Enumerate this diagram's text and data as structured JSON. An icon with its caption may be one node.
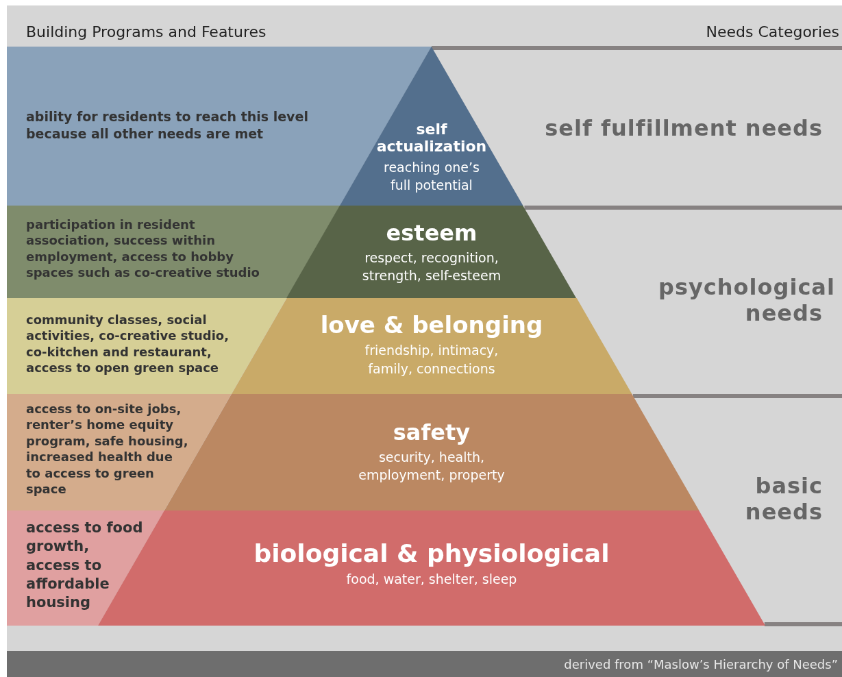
{
  "diagram": {
    "caption": "derived from “Maslow’s Hierarchy of Needs”",
    "nodes": [
      {
        "text": [
          "ability for residents to reach this level because all other needs are met"
        ]
      },
      {
        "text": [
          "self actualization",
          "reaching one’s full potential"
        ]
      },
      {
        "text": [
          "participation in resident association, success within employment, access to hobby spaces such as co-creative studio"
        ]
      },
      {
        "text": [
          "esteem",
          "respect, recognition, strength, self-esteem"
        ]
      },
      {
        "text": [
          "community classes, social activities, co-creative studio, co-kitchen and restaurant, access to open green space"
        ]
      },
      {
        "text": [
          "love & belonging",
          "friendship, intimacy, family, connections"
        ]
      },
      {
        "text": [
          "access to on-site jobs, renter’s home equity program, safe housing, increased health due to access to green space"
        ]
      },
      {
        "text": [
          "safety",
          "security, health, employment, property"
        ]
      },
      {
        "text": [
          "access to food growth, access to affordable housing"
        ]
      },
      {
        "text": [
          "biological & physiological",
          "food, water, shelter, sleep"
        ]
      }
    ],
    "edges": [],
    "labels": [
      "Building Programs and Features",
      "Needs Categories",
      "self fulfillment needs",
      "psychological needs",
      "basic needs"
    ]
  }
}
